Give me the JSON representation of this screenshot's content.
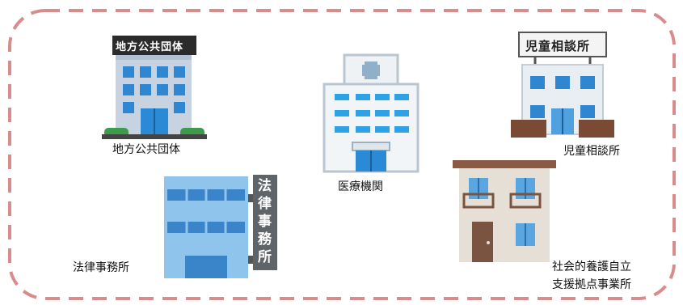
{
  "colors": {
    "frame": "#d98c8c",
    "glass": "#3b8fd6",
    "wall_gray": "#c9d2da",
    "roof_brown": "#8a5a44",
    "sign_gray": "#5f6468"
  },
  "icons": [
    "government-office-icon",
    "hospital-icon",
    "child-guidance-center-icon",
    "law-office-icon",
    "residential-house-icon"
  ],
  "facilities": {
    "government": {
      "label": "地方公共団体",
      "sign": "地方公共団体"
    },
    "hospital": {
      "label": "医療機関"
    },
    "child_center": {
      "label": "児童相談所",
      "sign": "児童相談所"
    },
    "law_office": {
      "label": "法律事務所",
      "sign": [
        "法",
        "律",
        "事",
        "務",
        "所"
      ]
    },
    "social_care": {
      "label_lines": [
        "社会的養護自立",
        "支援拠点事業所"
      ]
    }
  }
}
